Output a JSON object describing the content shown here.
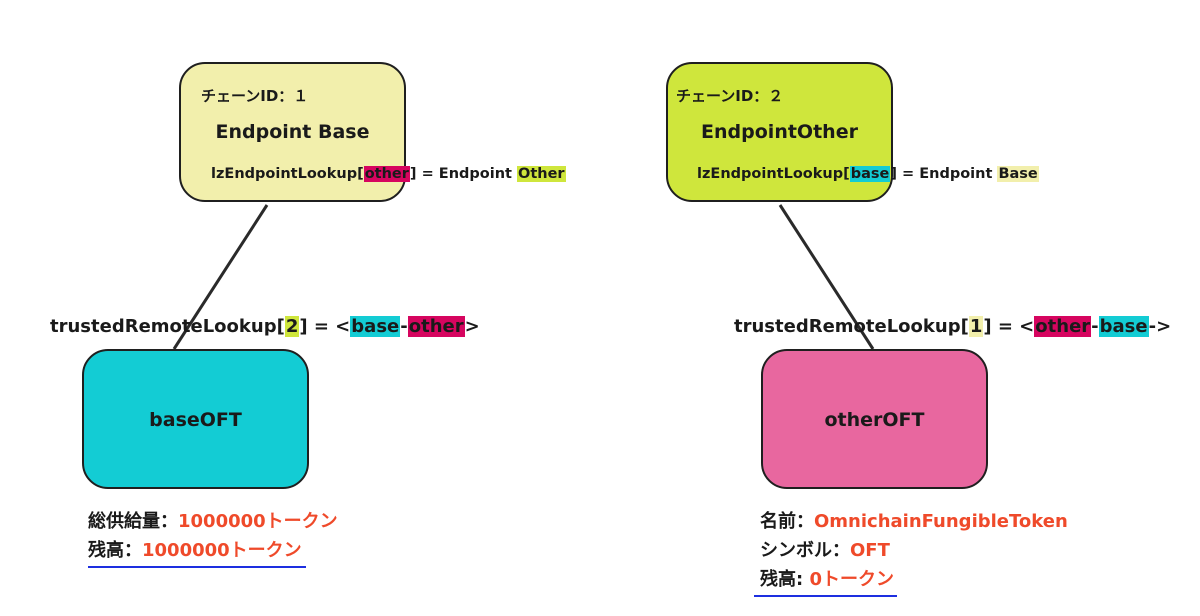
{
  "colors": {
    "endpoint_base_fill": "#f2efac",
    "endpoint_other_fill": "#cfe63c",
    "base_oft_fill": "#13ccd4",
    "other_oft_fill": "#e8679f",
    "highlight_magenta": "#d6055f",
    "highlight_cyan": "#13ccd4",
    "highlight_lime": "#cfe63c",
    "highlight_pale_yellow": "#f2efac",
    "value_text": "#ef4a2a",
    "underline": "#1d2fe0"
  },
  "endpoint_base": {
    "chain_id_label": "チェーンID：１",
    "title": "Endpoint Base",
    "lookup_prefix": "lzEndpointLookup[",
    "lookup_key": "other",
    "lookup_middle": "] = Endpoint ",
    "lookup_value": "Other"
  },
  "endpoint_other": {
    "chain_id_label": "チェーンID：２",
    "title": "EndpointOther",
    "lookup_prefix": "lzEndpointLookup[",
    "lookup_key": "base",
    "lookup_middle": "] = Endpoint ",
    "lookup_value": "Base"
  },
  "base_oft": {
    "title": "baseOFT",
    "trusted_prefix": "trustedRemoteLookup[",
    "trusted_key": "2",
    "trusted_middle": "] = <",
    "trusted_part1": "base",
    "trusted_sep": "-",
    "trusted_part2": "other",
    "trusted_suffix": ">",
    "supply_label": "総供給量：",
    "supply_value": "1000000トークン",
    "balance_label": "残高：",
    "balance_value": "1000000トークン"
  },
  "other_oft": {
    "title": "otherOFT",
    "trusted_prefix": "trustedRemoteLookup[",
    "trusted_key": "1",
    "trusted_middle": "] = <",
    "trusted_part1": "other",
    "trusted_sep": "-",
    "trusted_part2": "base",
    "trusted_suffix": "->",
    "name_label": "名前：",
    "name_value": "OmnichainFungibleToken",
    "symbol_label": "シンボル：",
    "symbol_value": "OFT",
    "balance_label": "残高: ",
    "balance_value": "0トークン"
  }
}
